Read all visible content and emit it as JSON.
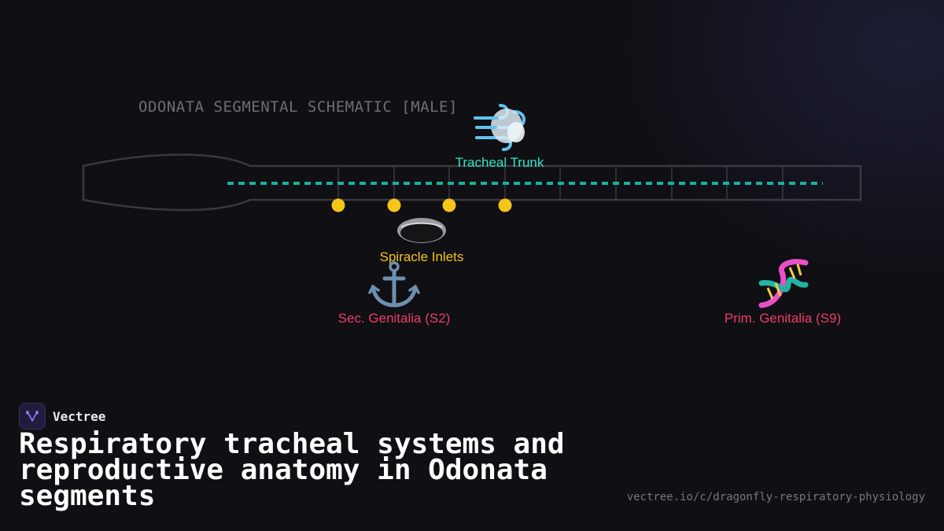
{
  "diagram": {
    "title": "ODONATA SEGMENTAL SCHEMATIC [MALE]",
    "labels": {
      "tracheal_trunk": "Tracheal Trunk",
      "spiracle_inlets": "Spiracle Inlets",
      "sec_genitalia": "Sec. Genitalia (S2)",
      "prim_genitalia": "Prim. Genitalia (S9)"
    },
    "icons": {
      "tracheal_trunk": "wind-icon",
      "spiracle_inlets": "hole-icon",
      "sec_genitalia": "anchor-icon",
      "prim_genitalia": "dna-icon"
    },
    "colors": {
      "trunk": "#2ee6c4",
      "spiracle": "#f5c518",
      "genitalia": "#ee3d69",
      "outline": "#3a3a3e"
    }
  },
  "brand": {
    "name": "Vectree"
  },
  "headline": "Respiratory tracheal systems and reproductive anatomy in Odonata segments",
  "footer": {
    "url": "vectree.io/c/dragonfly-respiratory-physiology"
  }
}
